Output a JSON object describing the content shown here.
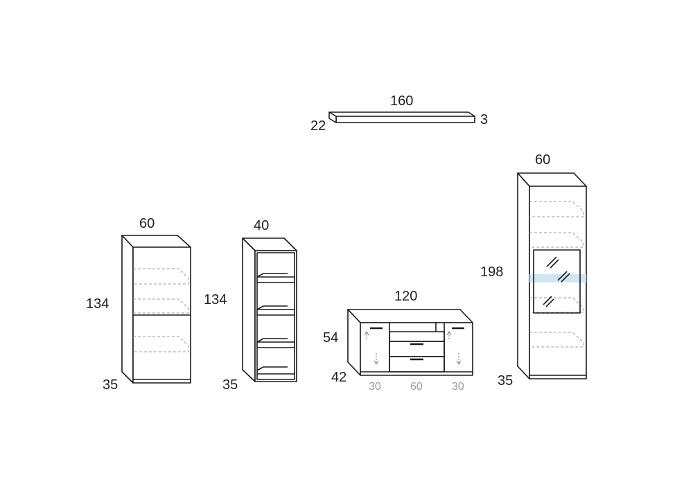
{
  "shelf": {
    "width": "160",
    "depth": "22",
    "thickness": "3"
  },
  "cabinet_left": {
    "width": "60",
    "height": "134",
    "depth": "35"
  },
  "bookcase": {
    "width": "40",
    "height": "134",
    "depth": "35"
  },
  "tv_unit": {
    "width": "120",
    "height": "54",
    "depth": "42",
    "sections": [
      "30",
      "60",
      "30"
    ]
  },
  "tall_cabinet": {
    "width": "60",
    "height": "198",
    "depth": "35"
  },
  "colors": {
    "line": "#1a1a1a",
    "hidden_line": "#9a9a9a",
    "dimension_text": "#1f1f1f",
    "led_strip": "#cfe6f5"
  }
}
